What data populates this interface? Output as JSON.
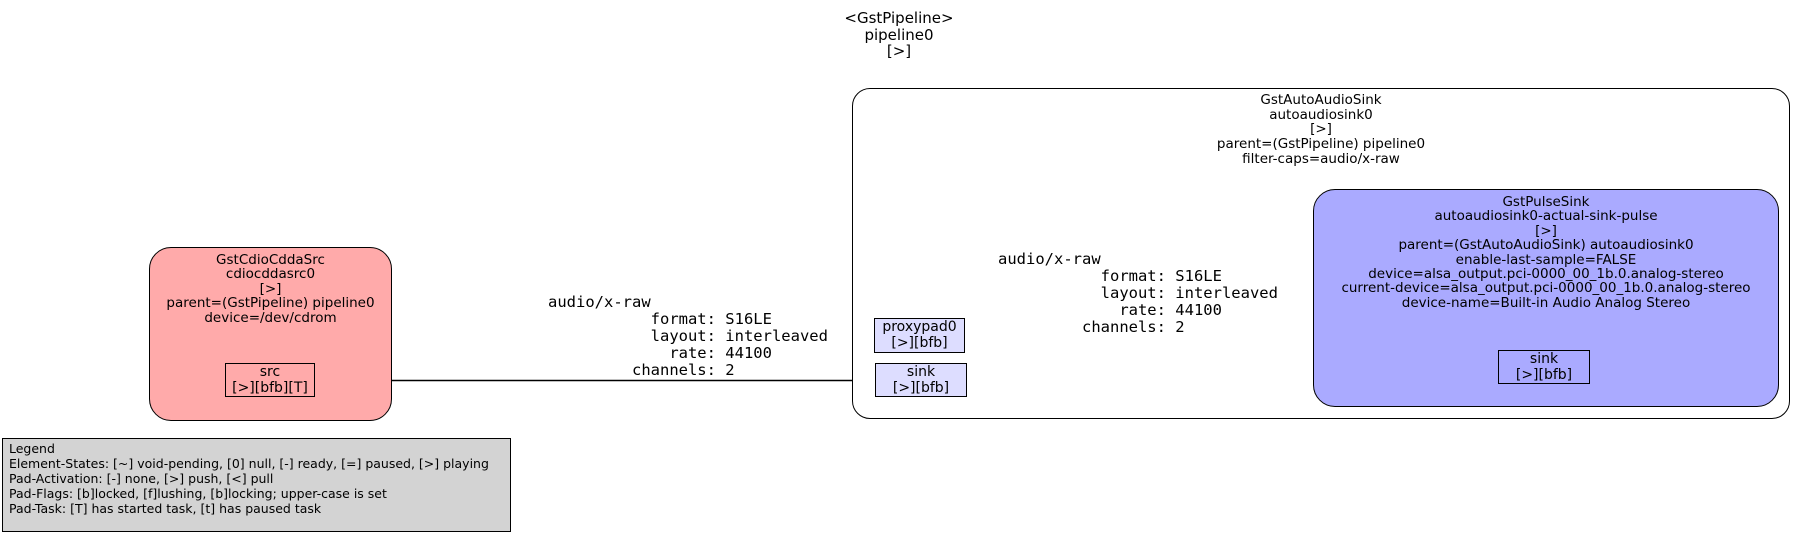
{
  "pipeline": {
    "lines": [
      "<GstPipeline>",
      "pipeline0",
      "[>]"
    ]
  },
  "bin": {
    "header": [
      "GstAutoAudioSink",
      "autoaudiosink0",
      "[>]",
      "parent=(GstPipeline) pipeline0",
      "filter-caps=audio/x-raw"
    ],
    "ghost_pads": {
      "proxypad": {
        "name": "proxypad0",
        "flags": "[>][bfb]"
      },
      "sink": {
        "name": "sink",
        "flags": "[>][bfb]"
      }
    }
  },
  "src_element": {
    "header": [
      "GstCdioCddaSrc",
      "cdiocddasrc0",
      "[>]",
      "parent=(GstPipeline) pipeline0",
      "device=/dev/cdrom"
    ],
    "pad": {
      "name": "src",
      "flags": "[>][bfb][T]"
    }
  },
  "sink_element": {
    "header": [
      "GstPulseSink",
      "autoaudiosink0-actual-sink-pulse",
      "[>]",
      "parent=(GstAutoAudioSink) autoaudiosink0",
      "enable-last-sample=FALSE",
      "device=alsa_output.pci-0000_00_1b.0.analog-stereo",
      "current-device=alsa_output.pci-0000_00_1b.0.analog-stereo",
      "device-name=Built-in Audio Analog Stereo"
    ],
    "pad": {
      "name": "sink",
      "flags": "[>][bfb]"
    }
  },
  "caps": {
    "text": "audio/x-raw\n           format: S16LE\n           layout: interleaved\n             rate: 44100\n         channels: 2"
  },
  "legend": {
    "lines": [
      "Legend",
      "Element-States: [~] void-pending, [0] null, [-] ready, [=] paused, [>] playing",
      "Pad-Activation: [-] none, [>] push, [<] pull",
      "Pad-Flags: [b]locked, [f]lushing, [b]locking; upper-case is set",
      "Pad-Task: [T] has started task, [t] has paused task"
    ]
  },
  "colors": {
    "source_element_fill": "#ffaaaa",
    "sink_element_fill": "#aaaaff",
    "ghost_pad_fill": "#ddddff",
    "bin_fill": "#ffffff",
    "legend_fill": "#d3d3d3",
    "edge_and_text": "#000000"
  }
}
